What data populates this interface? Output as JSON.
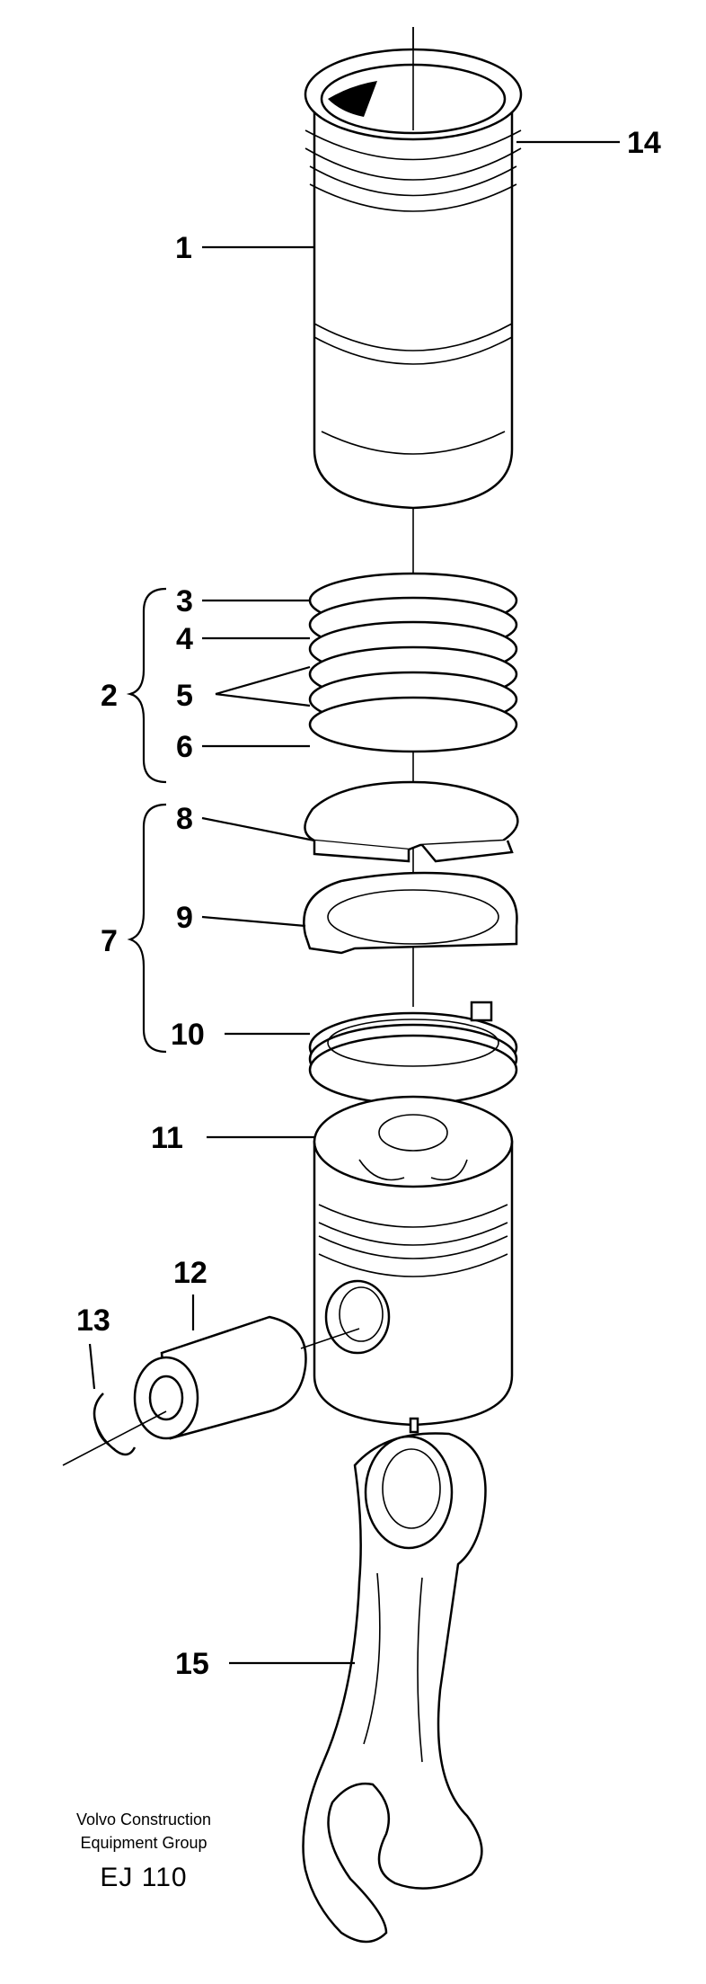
{
  "callouts": {
    "c1": "1",
    "c2": "2",
    "c3": "3",
    "c4": "4",
    "c5": "5",
    "c6": "6",
    "c7": "7",
    "c8": "8",
    "c9": "9",
    "c10": "10",
    "c11": "11",
    "c12": "12",
    "c13": "13",
    "c14": "14",
    "c15": "15"
  },
  "footer": {
    "line1": "Volvo Construction",
    "line2": "Equipment Group",
    "code": "EJ 110"
  }
}
